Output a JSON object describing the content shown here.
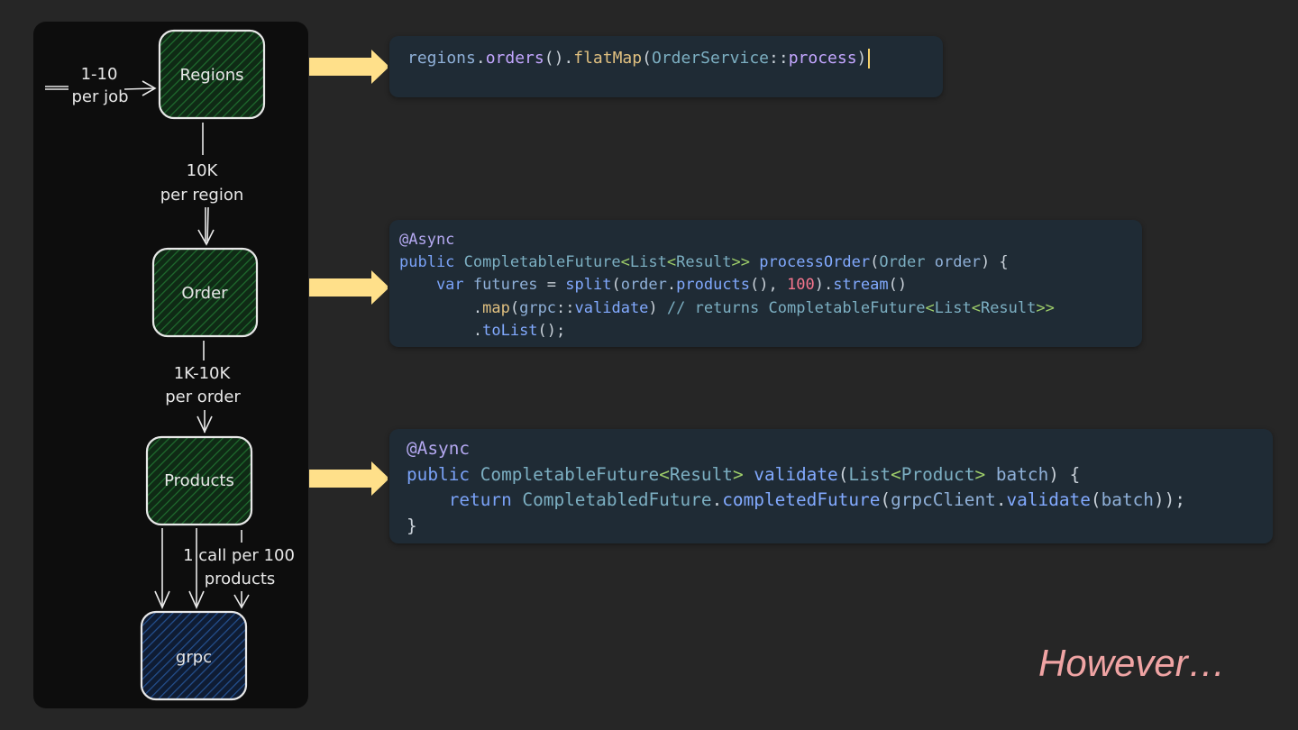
{
  "diagram": {
    "nodes": [
      {
        "id": "regions",
        "label": "Regions"
      },
      {
        "id": "order",
        "label": "Order"
      },
      {
        "id": "products",
        "label": "Products"
      },
      {
        "id": "grpc",
        "label": "grpc"
      }
    ],
    "edges": [
      {
        "from": "input",
        "to": "regions",
        "label_line1": "1-10",
        "label_line2": "per job"
      },
      {
        "from": "regions",
        "to": "order",
        "label_line1": "10K",
        "label_line2": "per region"
      },
      {
        "from": "order",
        "to": "products",
        "label_line1": "1K-10K",
        "label_line2": "per order"
      },
      {
        "from": "products",
        "to": "grpc",
        "label_line1": "1 call per 100",
        "label_line2": "products"
      }
    ],
    "colors": {
      "node_fill_green": "#1a4a24",
      "node_fill_blue": "#1a3560",
      "node_stroke": "#e8e8e8",
      "arrow_fill": "#ffe08a"
    }
  },
  "code_blocks": [
    {
      "lines": [
        [
          [
            "regions",
            "tok-id"
          ],
          [
            ".",
            "tok-punc"
          ],
          [
            "orders",
            "tok-method"
          ],
          [
            "().",
            "tok-punc"
          ],
          [
            "flatMap",
            "tok-flat"
          ],
          [
            "(",
            "tok-punc"
          ],
          [
            "OrderService",
            "tok-type"
          ],
          [
            "::",
            "tok-punc"
          ],
          [
            "process",
            "tok-method"
          ],
          [
            ")",
            "tok-punc"
          ]
        ]
      ]
    },
    {
      "lines": [
        [
          [
            "@Async",
            "tok-ann"
          ]
        ],
        [
          [
            "public ",
            "tok-kw"
          ],
          [
            "CompletableFuture",
            "tok-type"
          ],
          [
            "<",
            "tok-gen"
          ],
          [
            "List",
            "tok-type"
          ],
          [
            "<",
            "tok-gen"
          ],
          [
            "Result",
            "tok-type"
          ],
          [
            ">> ",
            "tok-gen"
          ],
          [
            "processOrder",
            "tok-fn"
          ],
          [
            "(",
            "tok-punc"
          ],
          [
            "Order ",
            "tok-type"
          ],
          [
            "order",
            "tok-id"
          ],
          [
            ") {",
            "tok-punc"
          ]
        ],
        [
          [
            "    var ",
            "tok-kw"
          ],
          [
            "futures ",
            "tok-id"
          ],
          [
            "= ",
            "tok-punc"
          ],
          [
            "split",
            "tok-fn"
          ],
          [
            "(",
            "tok-punc"
          ],
          [
            "order",
            "tok-id"
          ],
          [
            ".",
            "tok-punc"
          ],
          [
            "products",
            "tok-fn"
          ],
          [
            "(), ",
            "tok-punc"
          ],
          [
            "100",
            "tok-num"
          ],
          [
            ").",
            "tok-punc"
          ],
          [
            "stream",
            "tok-fn"
          ],
          [
            "()",
            "tok-punc"
          ]
        ],
        [
          [
            "        .",
            "tok-punc"
          ],
          [
            "map",
            "tok-flat"
          ],
          [
            "(",
            "tok-punc"
          ],
          [
            "grpc",
            "tok-id"
          ],
          [
            "::",
            "tok-punc"
          ],
          [
            "validate",
            "tok-fn"
          ],
          [
            ") ",
            "tok-punc"
          ],
          [
            "// returns ",
            "tok-cmt"
          ],
          [
            "CompletableFuture",
            "tok-type"
          ],
          [
            "<",
            "tok-gen"
          ],
          [
            "List",
            "tok-type"
          ],
          [
            "<",
            "tok-gen"
          ],
          [
            "Result",
            "tok-type"
          ],
          [
            ">>",
            "tok-gen"
          ]
        ],
        [
          [
            "        .",
            "tok-punc"
          ],
          [
            "toList",
            "tok-fn"
          ],
          [
            "();",
            "tok-punc"
          ]
        ]
      ]
    },
    {
      "lines": [
        [
          [
            "@Async",
            "tok-ann"
          ]
        ],
        [
          [
            "public ",
            "tok-kw"
          ],
          [
            "CompletableFuture",
            "tok-type"
          ],
          [
            "<",
            "tok-gen"
          ],
          [
            "Result",
            "tok-type"
          ],
          [
            "> ",
            "tok-gen"
          ],
          [
            "validate",
            "tok-fn"
          ],
          [
            "(",
            "tok-punc"
          ],
          [
            "List",
            "tok-type"
          ],
          [
            "<",
            "tok-gen"
          ],
          [
            "Product",
            "tok-type"
          ],
          [
            "> ",
            "tok-gen"
          ],
          [
            "batch",
            "tok-id"
          ],
          [
            ") {",
            "tok-punc"
          ]
        ],
        [
          [
            "    return ",
            "tok-kw"
          ],
          [
            "CompletabledFuture",
            "tok-type"
          ],
          [
            ".",
            "tok-punc"
          ],
          [
            "completedFuture",
            "tok-fn"
          ],
          [
            "(",
            "tok-punc"
          ],
          [
            "grpcClient",
            "tok-id"
          ],
          [
            ".",
            "tok-punc"
          ],
          [
            "validate",
            "tok-fn"
          ],
          [
            "(",
            "tok-punc"
          ],
          [
            "batch",
            "tok-id"
          ],
          [
            "));",
            "tok-punc"
          ]
        ],
        [
          [
            "}",
            "tok-punc"
          ]
        ]
      ]
    }
  ],
  "footer": {
    "text": "However…"
  }
}
